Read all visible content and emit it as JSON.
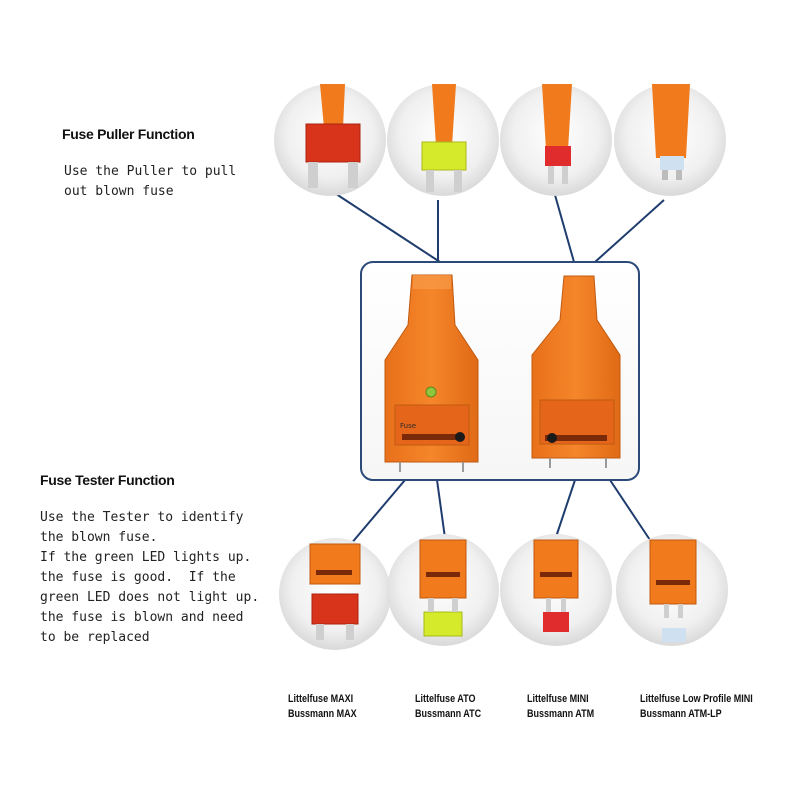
{
  "puller": {
    "heading": "Fuse Puller Function",
    "description_lines": [
      "Use the Puller to pull",
      "out blown fuse"
    ]
  },
  "tester": {
    "heading": "Fuse Tester Function",
    "description_lines": [
      "Use the Tester to identify",
      "the blown fuse.",
      "",
      "If the green LED lights up.",
      "the fuse is good.  If the",
      "green LED does not light up.",
      "the fuse is blown and need",
      "to be replaced"
    ]
  },
  "center_panel": {
    "left_tool_label": "Fuse"
  },
  "fuse_types": [
    {
      "line1": "Littelfuse MAXI",
      "line2": "Bussmann MAX",
      "fuse_color": "#d8341c"
    },
    {
      "line1": "Littelfuse ATO",
      "line2": "Bussmann ATC",
      "fuse_color": "#d6ea2c"
    },
    {
      "line1": "Littelfuse MINI",
      "line2": "Bussmann ATM",
      "fuse_color": "#e02c2c"
    },
    {
      "line1": "Littelfuse Low Profile MINI",
      "line2": "Bussmann ATM-LP",
      "fuse_color": "#cfe0f0"
    }
  ],
  "colors": {
    "tool_orange": "#f07a1c",
    "tool_orange_dark": "#d8620e",
    "connector_line": "#1f3c6e",
    "panel_border": "#2b4a7a",
    "led_green": "#8ec63f"
  }
}
